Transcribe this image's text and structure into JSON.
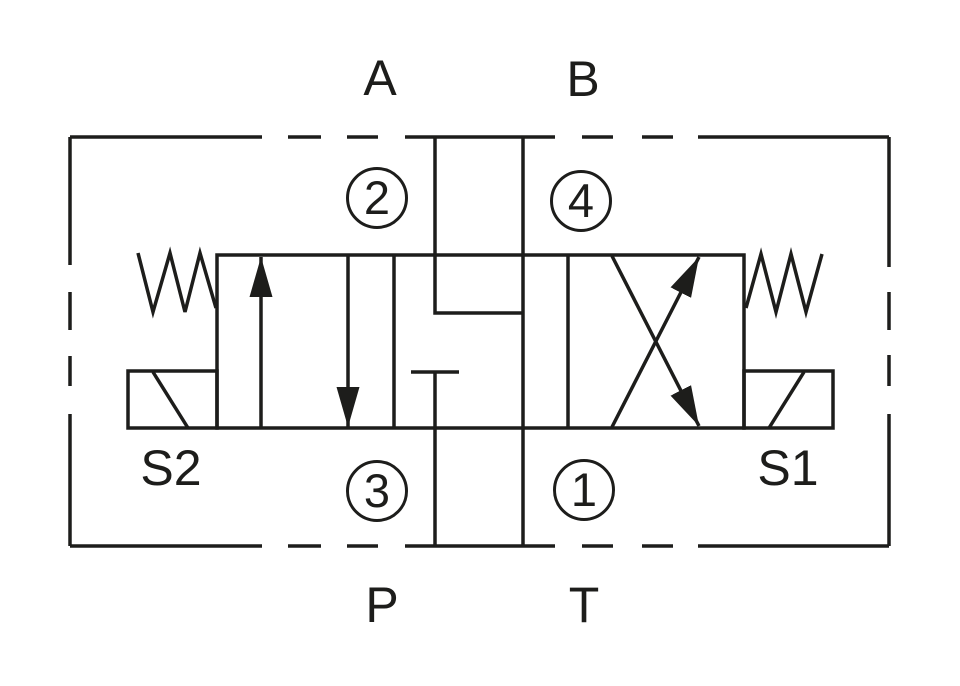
{
  "colors": {
    "line": "#1d1d1b",
    "background": "#ffffff"
  },
  "labels": {
    "port_top_left": "A",
    "port_top_right": "B",
    "port_bottom_left": "P",
    "port_bottom_right": "T",
    "solenoid_left": "S2",
    "solenoid_right": "S1"
  },
  "cavity_numbers": {
    "top_left": "2",
    "top_right": "4",
    "bottom_left": "3",
    "bottom_right": "1"
  },
  "symbols": {
    "left_actuator": "solenoid-icon",
    "right_actuator": "solenoid-icon",
    "left_return": "spring-icon",
    "right_return": "spring-icon",
    "left_position": "parallel-flow-arrows",
    "center_position": "a-b-to-t-p-blocked",
    "right_position": "crossed-flow-arrows"
  }
}
